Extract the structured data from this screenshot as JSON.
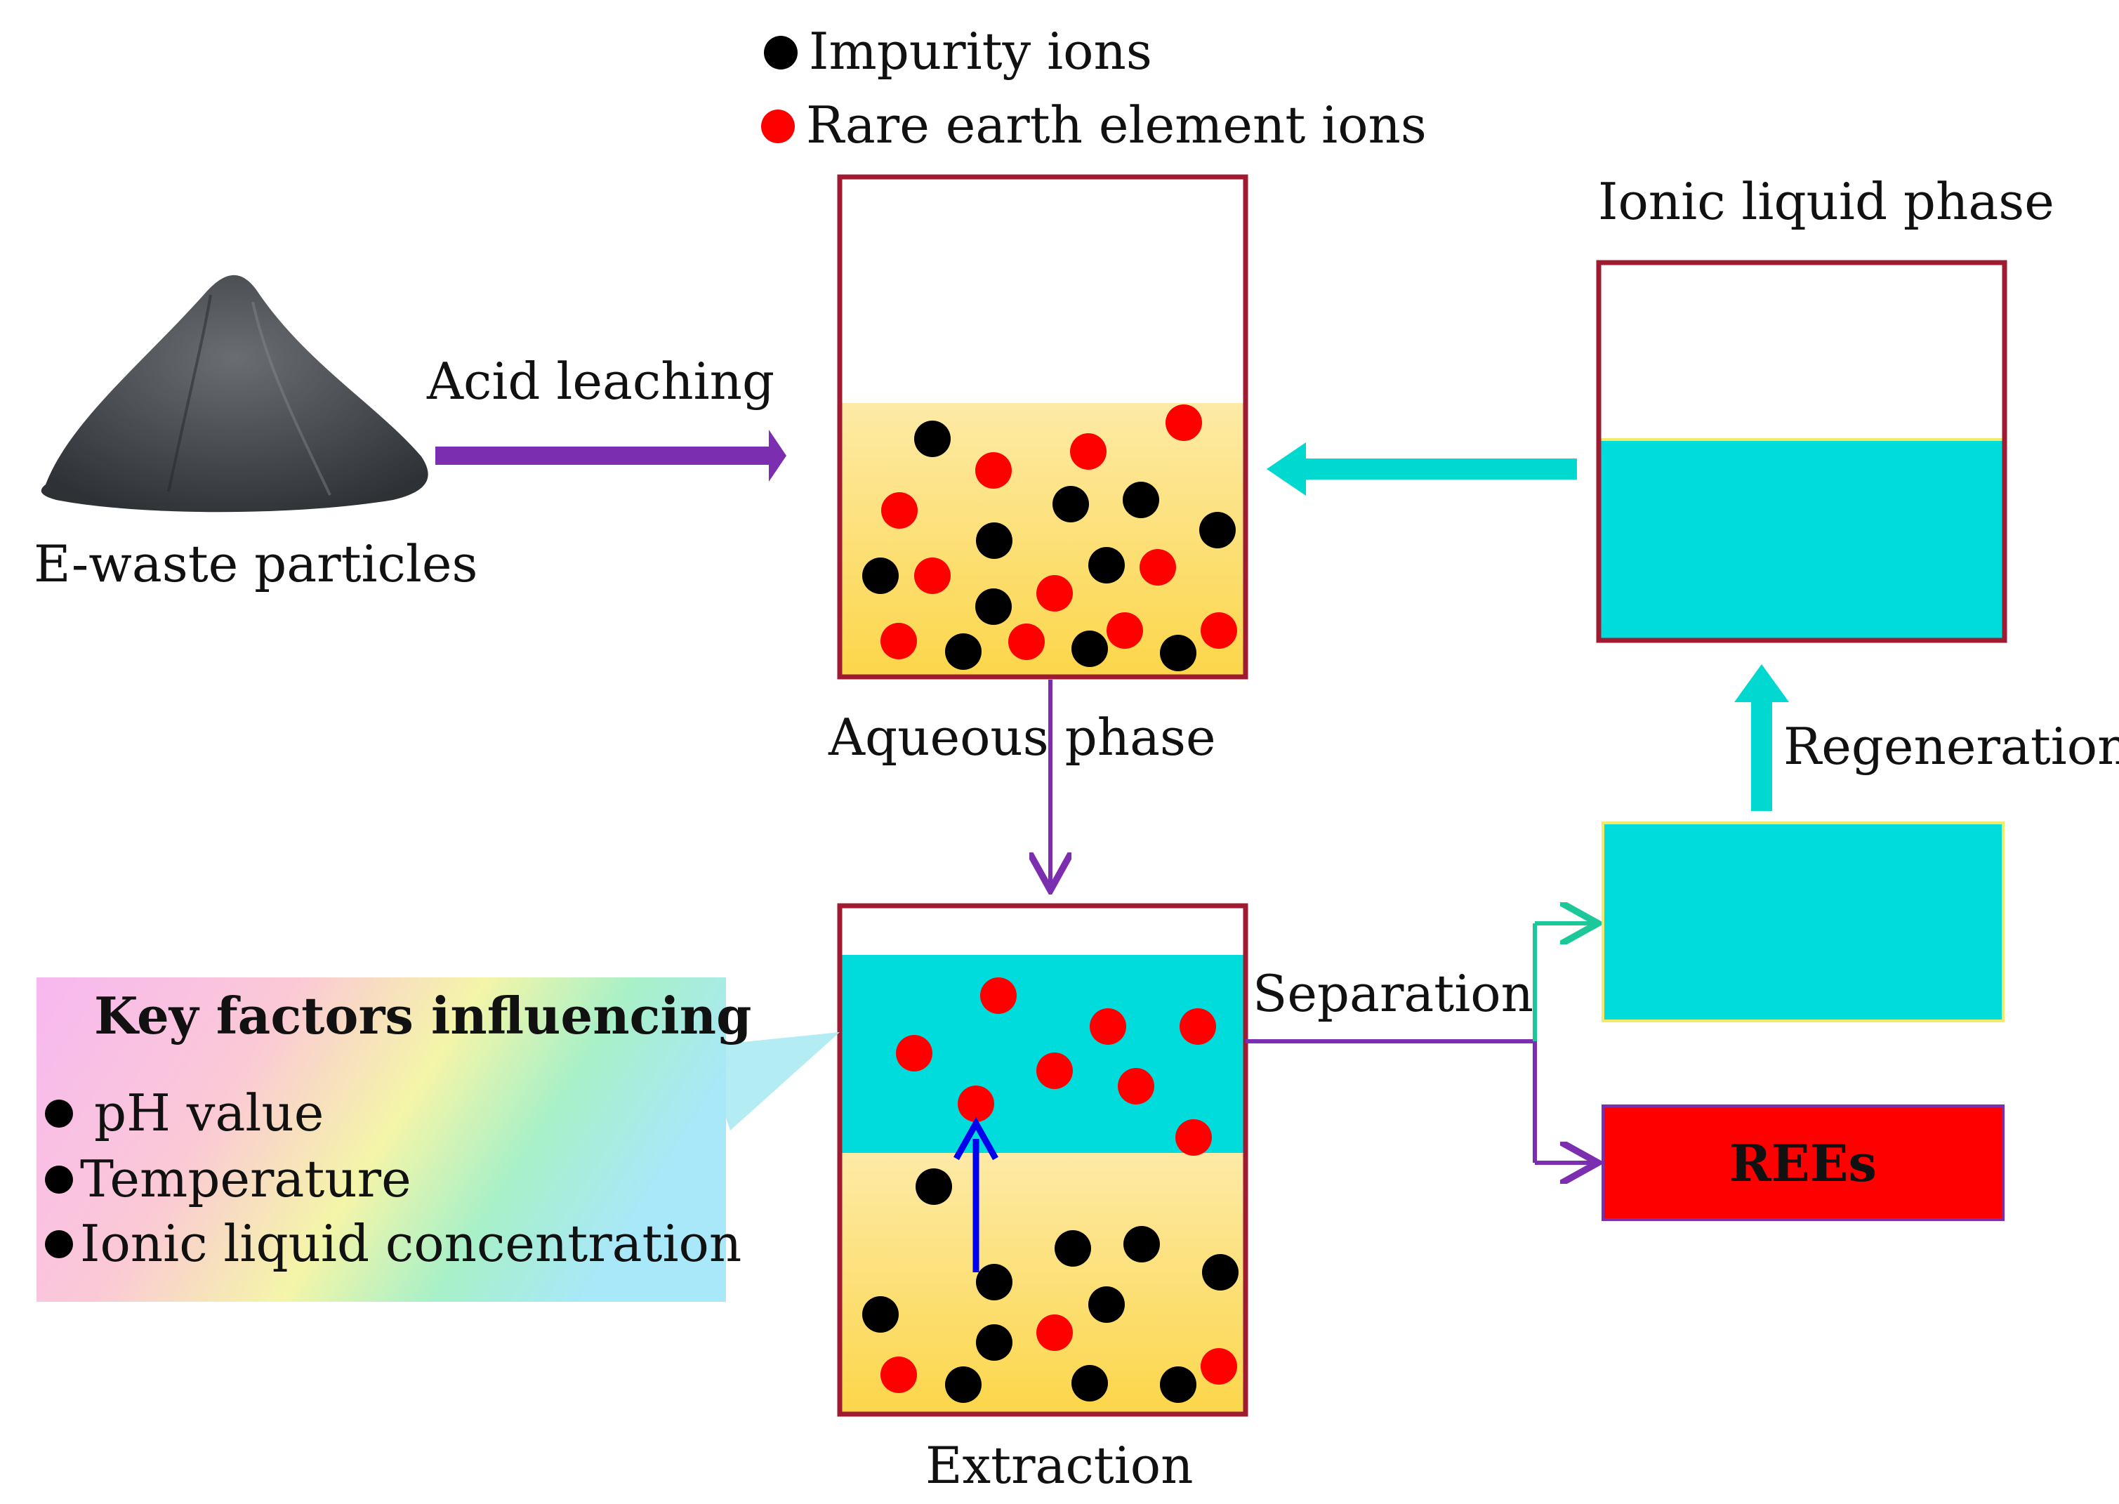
{
  "legend": {
    "impurity": "Impurity ions",
    "ree": "Rare earth element ions"
  },
  "labels": {
    "ewaste": "E-waste particles",
    "acid_leaching": "Acid leaching",
    "aqueous_phase": "Aqueous phase",
    "ionic_liquid_phase": "Ionic liquid phase",
    "regeneration": "Regeneration",
    "separation": "Separation",
    "extraction": "Extraction",
    "rees": "REEs"
  },
  "factors": {
    "title": "Key factors influencing",
    "items": [
      "pH value",
      "Temperature",
      "Ionic liquid concentration"
    ]
  },
  "colors": {
    "border": "#9e1b32",
    "aqueous": "#fde68c",
    "ionic": "#00dcdc",
    "ree": "#ff0000",
    "impurity": "#000000",
    "process_arrow": "#7b2fb0",
    "ionic_arrow": "#00d8d0",
    "extract_arrow": "#0000ee"
  }
}
